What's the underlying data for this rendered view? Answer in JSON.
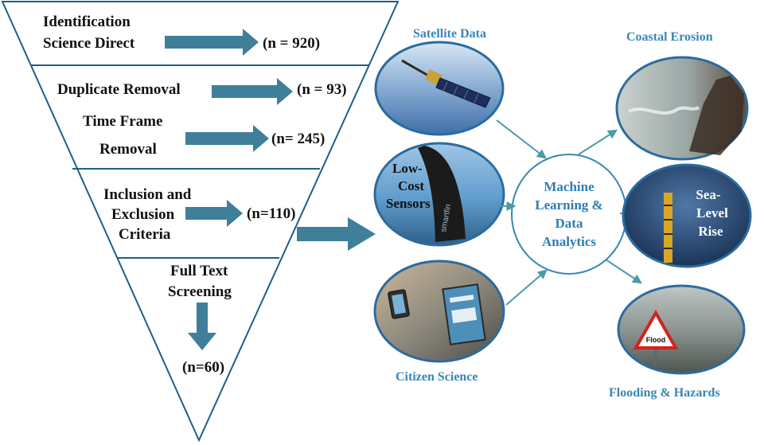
{
  "funnel": {
    "stage1": {
      "line1": "Identification",
      "line2": "Science Direct",
      "count": "(n = 920)"
    },
    "stage2": {
      "dup_label": "Duplicate Removal",
      "dup_count": "(n = 93)",
      "time_line1": "Time Frame",
      "time_line2": "Removal",
      "time_count": "(n= 245)"
    },
    "stage3": {
      "line1": "Inclusion and",
      "line2": "Exclusion",
      "line3": "Criteria",
      "count": "(n=110)"
    },
    "stage4": {
      "line1": "Full Text",
      "line2": "Screening",
      "count": "(n=60)"
    }
  },
  "sources": {
    "satellite_label": "Satellite Data",
    "sensors_line1": "Low-",
    "sensors_line2": "Cost",
    "sensors_line3": "Sensors",
    "sensor_brand": "smartfin",
    "citizen_label": "Citizen Science"
  },
  "hub": {
    "line1": "Machine",
    "line2": "Learning &",
    "line3": "Data",
    "line4": "Analytics"
  },
  "outcomes": {
    "erosion_label": "Coastal Erosion",
    "sea_line1": "Sea-",
    "sea_line2": "Level",
    "sea_line3": "Rise",
    "flood_label": "Flooding & Hazards",
    "flood_sign": "Flood"
  },
  "colors": {
    "arrow_fill": "#3f7f99",
    "caption": "#3a86b5",
    "ellipse_stroke": "#2c6b9e",
    "connector": "#4b9aa8"
  }
}
